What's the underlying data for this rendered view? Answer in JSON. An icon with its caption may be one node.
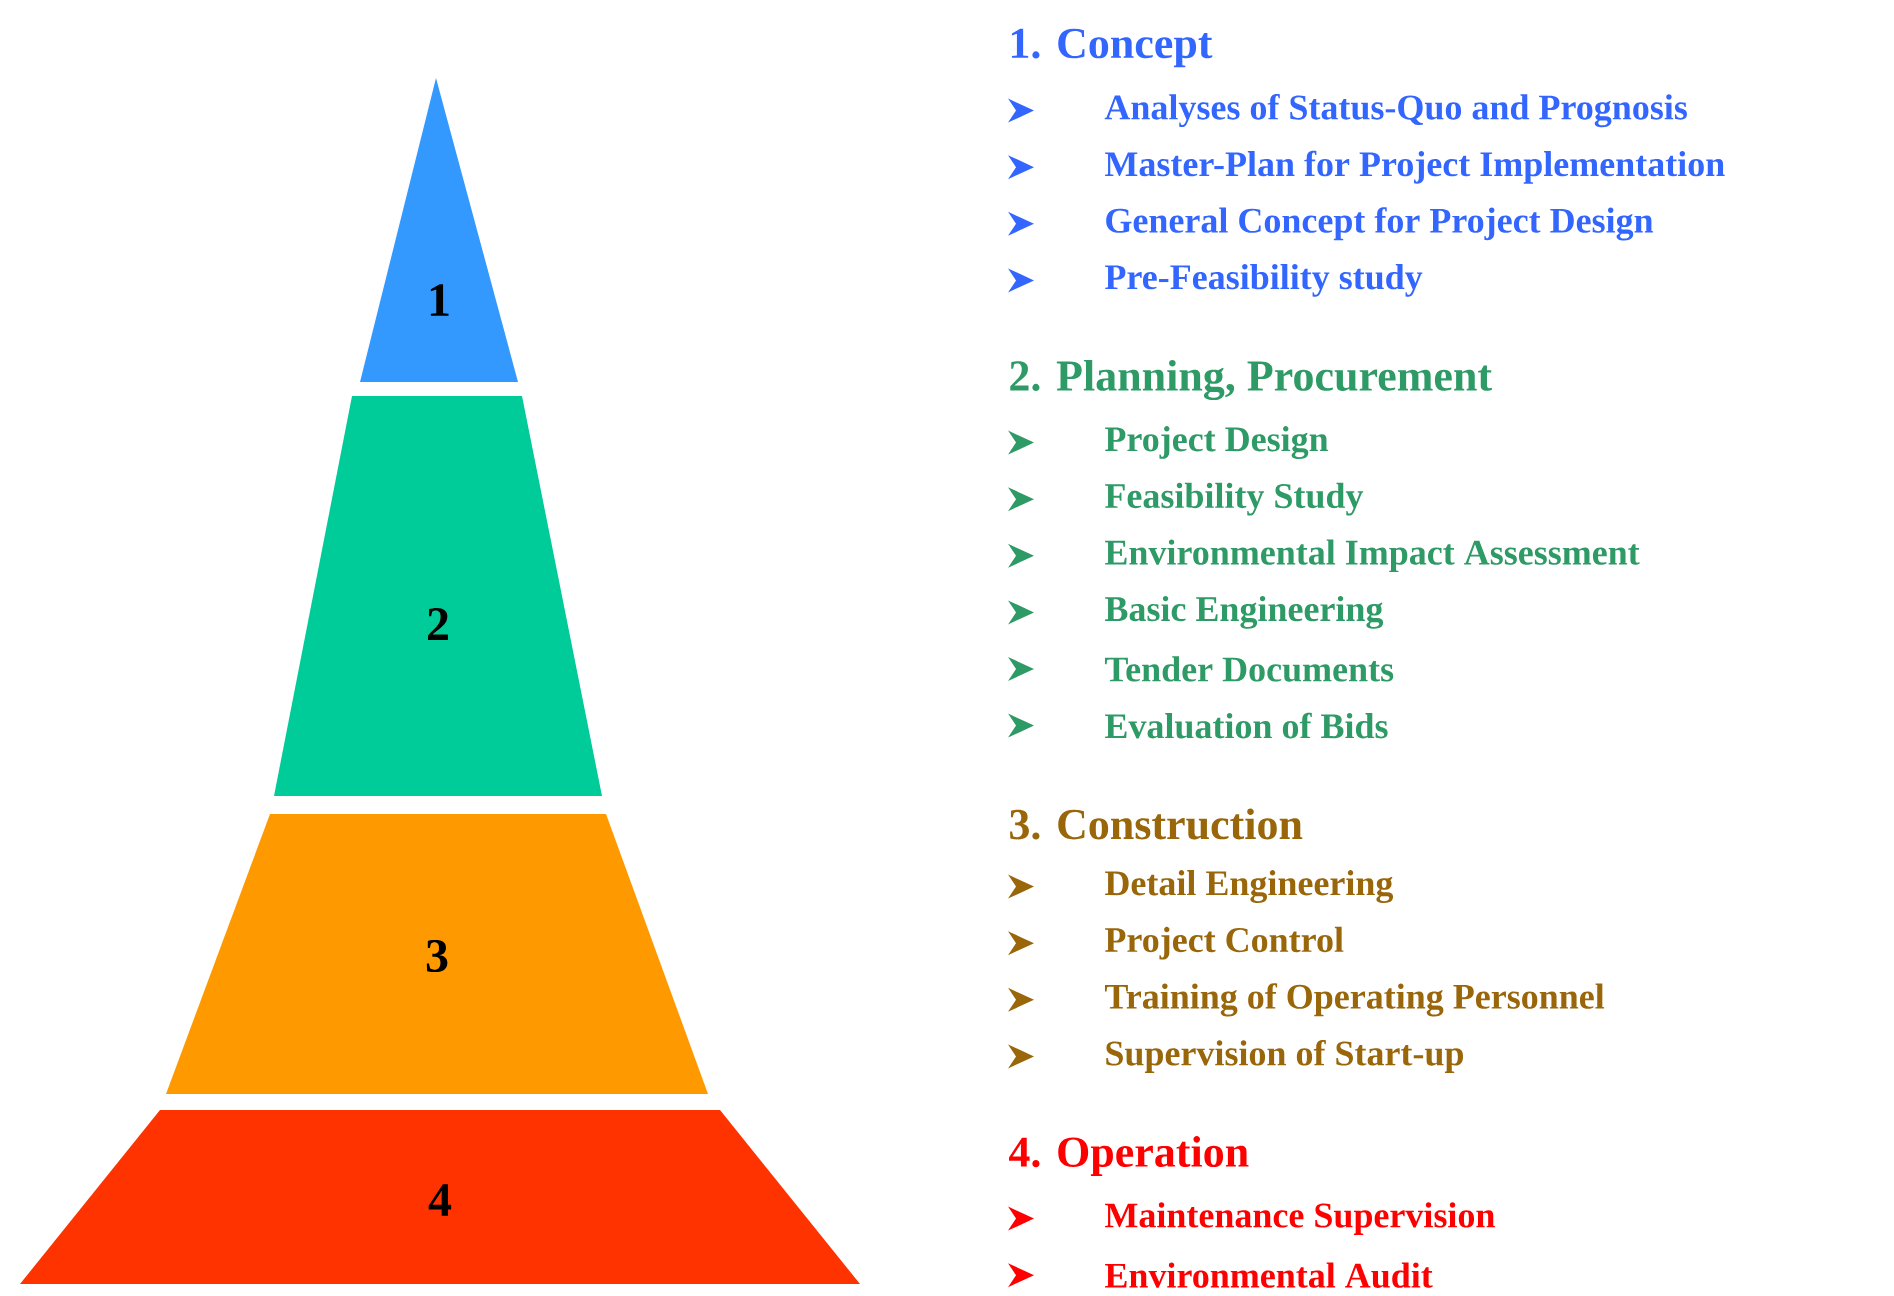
{
  "diagram": {
    "nodes": [
      {
        "text": [
          "1"
        ],
        "beside": [
          "1. Concept",
          "Analyses of Status-Quo and Prognosis",
          "Master-Plan for Project Implementation",
          "General Concept for Project Design",
          "Pre-Feasibility study"
        ]
      },
      {
        "text": [
          "2"
        ],
        "beside": [
          "2. Planning, Procurement",
          "Project Design",
          "Feasibility Study",
          "Environmental Impact Assessment",
          "Basic Engineering",
          "Tender Documents",
          "Evaluation of Bids"
        ]
      },
      {
        "text": [
          "3"
        ],
        "beside": [
          "3. Construction",
          "Detail Engineering",
          "Project Control",
          "Training of Operating Personnel",
          "Supervision of Start-up"
        ]
      },
      {
        "text": [
          "4"
        ],
        "beside": [
          "4. Operation",
          "Maintenance Supervision",
          "Environmental Audit"
        ]
      }
    ]
  }
}
